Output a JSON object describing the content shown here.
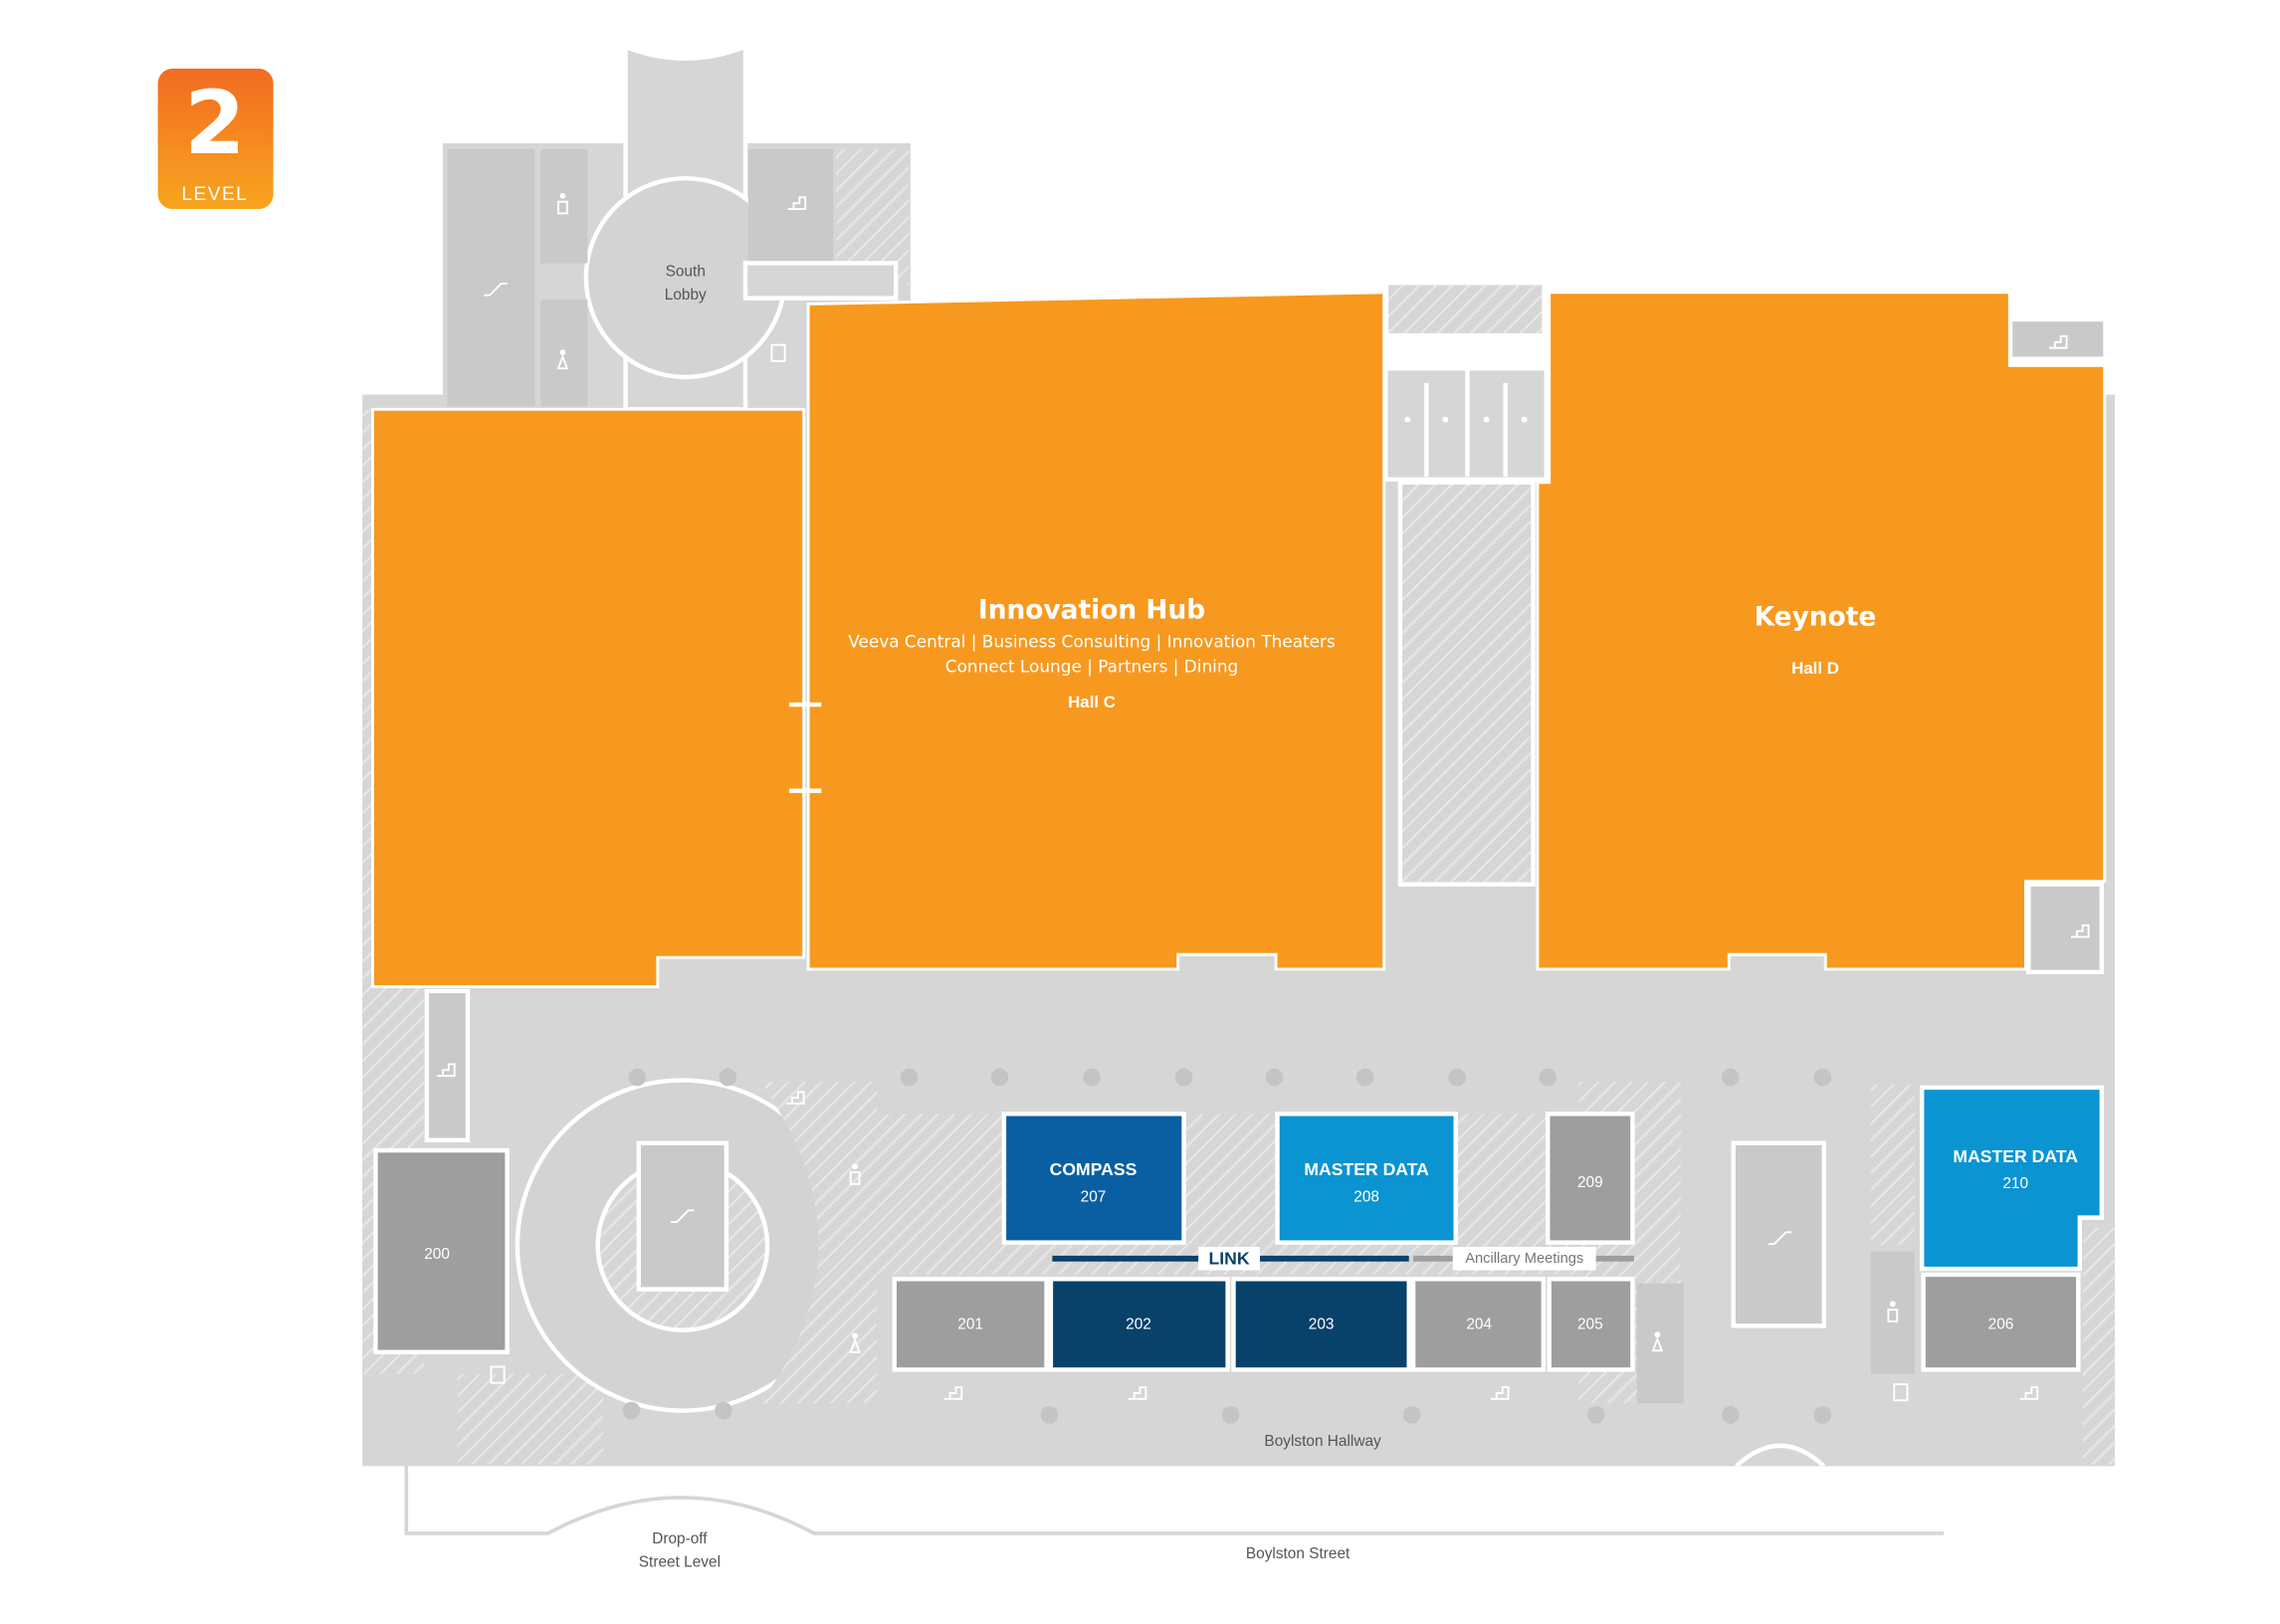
{
  "badge": {
    "number": "2",
    "label": "LEVEL"
  },
  "colors": {
    "hall_orange": "#f7991f",
    "compass_blue": "#0a5fa3",
    "master_data_blue": "#0a94d2",
    "navy": "#08426b",
    "room_gray": "#9e9e9e",
    "floor_gray": "#d6d6d6"
  },
  "areas": {
    "south_lobby": [
      "South",
      "Lobby"
    ],
    "innovation_hub": {
      "title": "Innovation Hub",
      "line1": "Veeva Central | Business Consulting | Innovation Theaters",
      "line2": "Connect Lounge | Partners | Dining",
      "hall": "Hall C"
    },
    "keynote": {
      "title": "Keynote",
      "hall": "Hall D"
    },
    "boylston_hallway": "Boylston Hallway",
    "boylston_street": "Boylston Street",
    "dropoff": [
      "Drop-off",
      "Street Level"
    ]
  },
  "rooms": {
    "r200": "200",
    "r201": "201",
    "r202": "202",
    "r203": "203",
    "r204": "204",
    "r205": "205",
    "r206": "206",
    "r209": "209",
    "compass": {
      "name": "COMPASS",
      "num": "207"
    },
    "md208": {
      "name": "MASTER DATA",
      "num": "208"
    },
    "md210": {
      "name": "MASTER DATA",
      "num": "210"
    }
  },
  "legend": {
    "link": "LINK",
    "ancillary": "Ancillary Meetings"
  }
}
